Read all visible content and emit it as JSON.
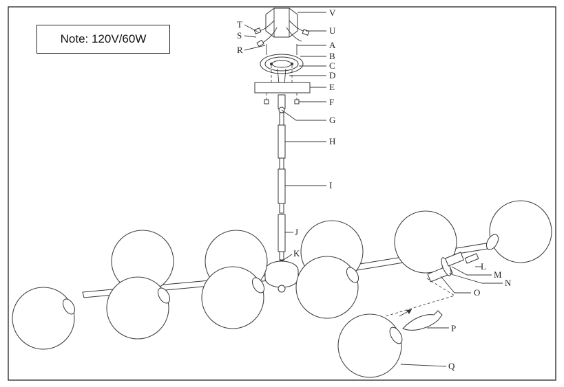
{
  "note": {
    "text": "Note: 120V/60W"
  },
  "labels": {
    "T": "T",
    "S": "S",
    "R": "R",
    "V": "V",
    "U": "U",
    "A": "A",
    "B": "B",
    "C": "C",
    "D": "D",
    "E": "E",
    "F": "F",
    "G": "G",
    "H": "H",
    "I": "I",
    "J": "J",
    "K": "K",
    "L": "L",
    "M": "M",
    "N": "N",
    "O": "O",
    "P": "P",
    "Q": "Q"
  }
}
